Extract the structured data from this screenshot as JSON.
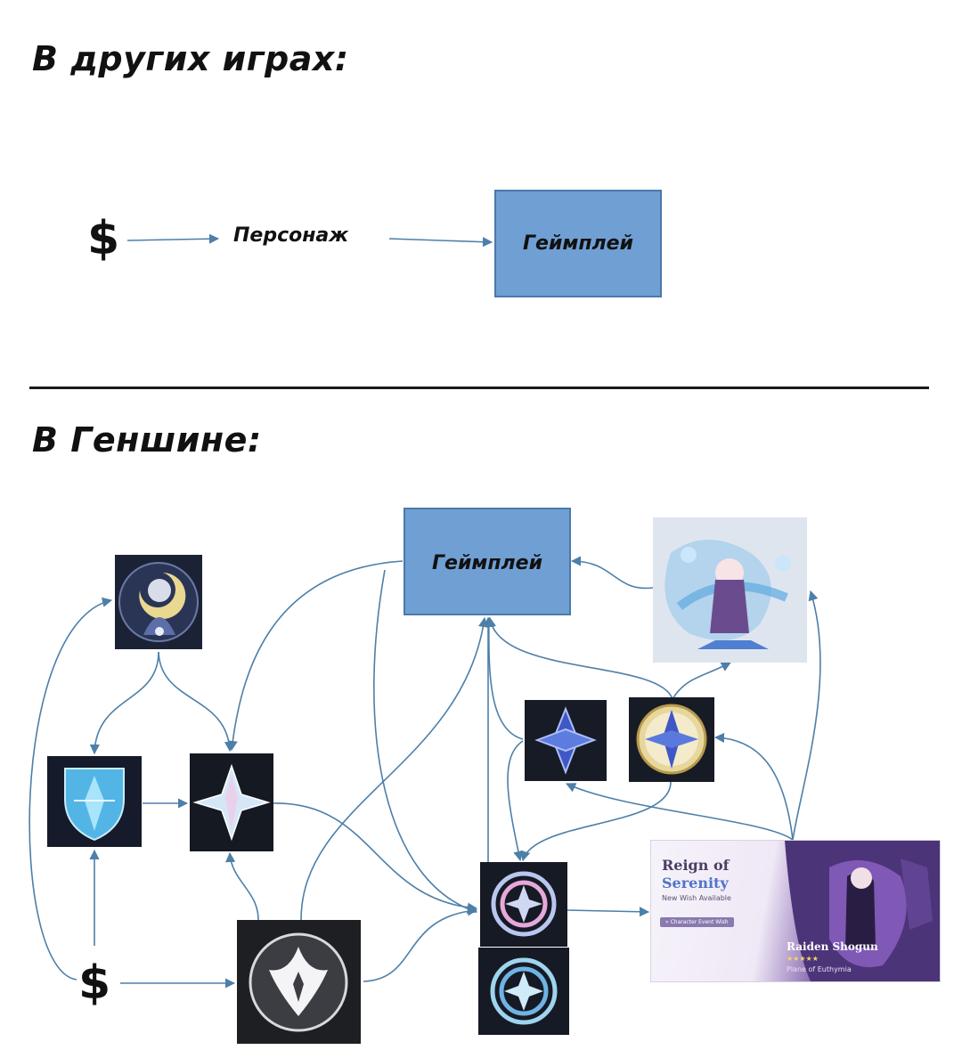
{
  "top_section": {
    "heading": "В других играх:",
    "currency_symbol": "$",
    "character_label": "Персонаж",
    "gameplay_box": "Геймплей"
  },
  "bottom_section": {
    "heading": "В Геншине:",
    "currency_symbol": "$",
    "gameplay_box": "Геймплей",
    "banner": {
      "title_line1": "Reign of",
      "title_line2": "Serenity",
      "subtitle": "New Wish Available",
      "pill": "» Character Event Wish",
      "character_name": "Raiden Shogun",
      "stars": "★★★★★",
      "tagline": "Plane of Euthymia"
    }
  },
  "icons": {
    "paimon_moon": "welkin-moon-icon",
    "fragment": "primogem-fragment-icon",
    "primogem": "primogem-icon",
    "genesis": "genesis-crystal-icon",
    "stardust": "masterless-stardust-icon",
    "starglitter": "masterless-starglitter-icon",
    "fate_pink": "intertwined-fate-icon",
    "fate_blue": "acquaint-fate-icon",
    "character": "character-art-icon",
    "banner": "wish-banner-icon"
  },
  "colors": {
    "box_fill": "#6f9fd3",
    "box_border": "#4a79ab",
    "arrow": "#4d7fa8"
  }
}
